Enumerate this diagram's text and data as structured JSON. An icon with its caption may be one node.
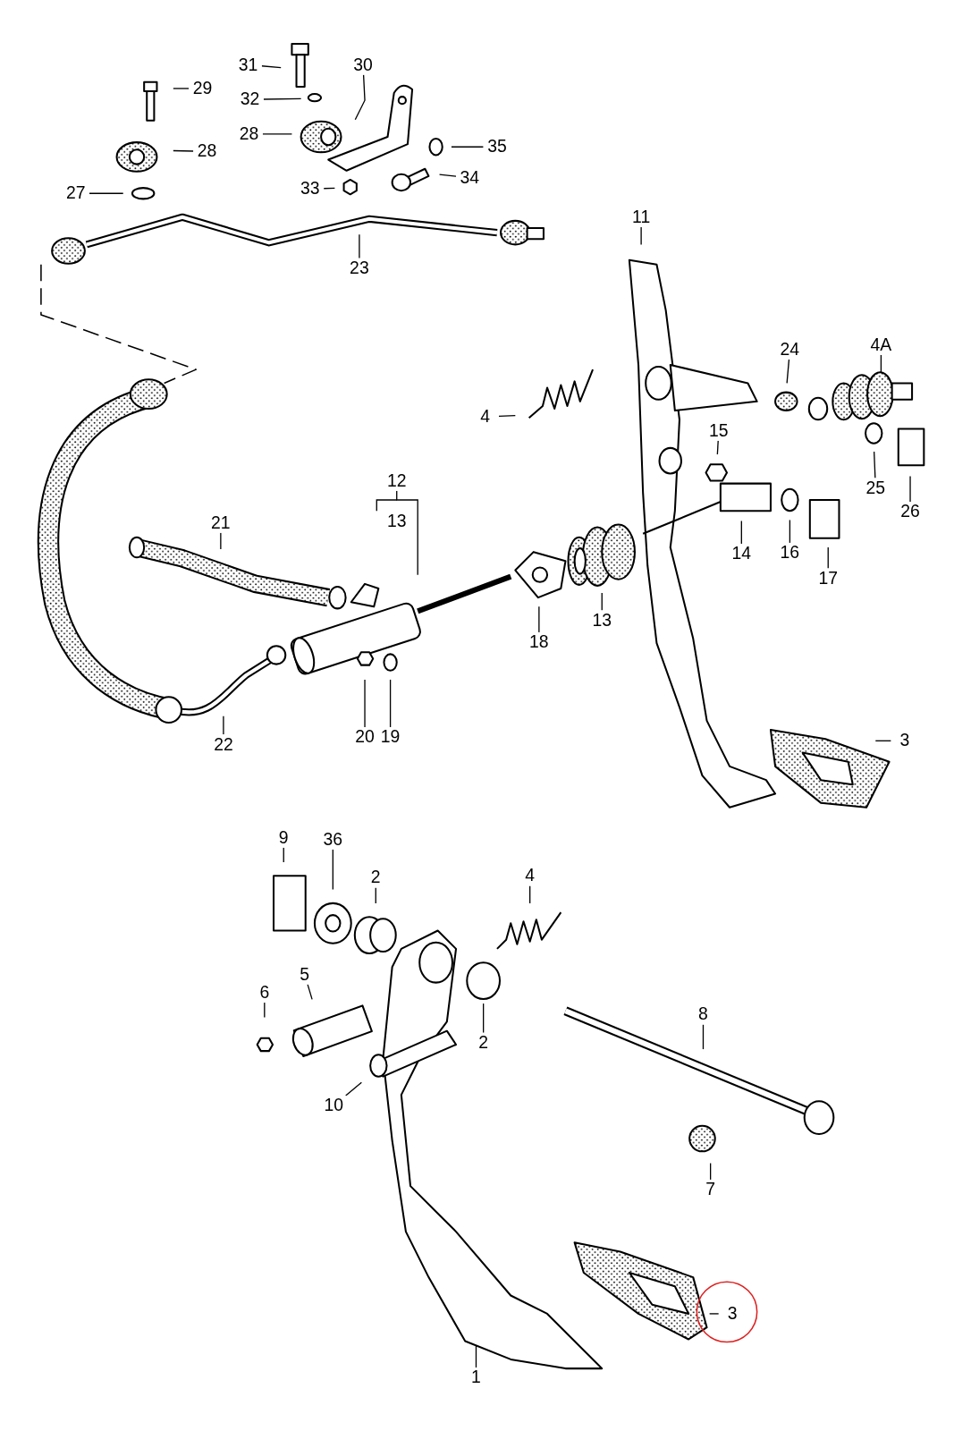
{
  "diagram": {
    "nodes": [
      {
        "text": [
          "31"
        ]
      },
      {
        "text": [
          "30"
        ]
      },
      {
        "text": [
          "29"
        ]
      },
      {
        "text": [
          "32"
        ]
      },
      {
        "text": [
          "28"
        ]
      },
      {
        "text": [
          "35"
        ]
      },
      {
        "text": [
          "28"
        ]
      },
      {
        "text": [
          "34"
        ]
      },
      {
        "text": [
          "33"
        ]
      },
      {
        "text": [
          "27"
        ]
      },
      {
        "text": [
          "11"
        ]
      },
      {
        "text": [
          "23"
        ]
      },
      {
        "text": [
          "24"
        ]
      },
      {
        "text": [
          "4A"
        ]
      },
      {
        "text": [
          "4"
        ]
      },
      {
        "text": [
          "15"
        ]
      },
      {
        "text": [
          "12"
        ]
      },
      {
        "text": [
          "25"
        ]
      },
      {
        "text": [
          "26"
        ]
      },
      {
        "text": [
          "13"
        ]
      },
      {
        "text": [
          "21"
        ]
      },
      {
        "text": [
          "14"
        ]
      },
      {
        "text": [
          "16"
        ]
      },
      {
        "text": [
          "17"
        ]
      },
      {
        "text": [
          "13"
        ]
      },
      {
        "text": [
          "18"
        ]
      },
      {
        "text": [
          "20"
        ]
      },
      {
        "text": [
          "19"
        ]
      },
      {
        "text": [
          "3"
        ]
      },
      {
        "text": [
          "22"
        ]
      },
      {
        "text": [
          "9"
        ]
      },
      {
        "text": [
          "36"
        ]
      },
      {
        "text": [
          "2"
        ]
      },
      {
        "text": [
          "4"
        ]
      },
      {
        "text": [
          "5"
        ]
      },
      {
        "text": [
          "6"
        ]
      },
      {
        "text": [
          "8"
        ]
      },
      {
        "text": [
          "2"
        ]
      },
      {
        "text": [
          "10"
        ]
      },
      {
        "text": [
          "7"
        ]
      },
      {
        "text": [
          "3"
        ]
      },
      {
        "text": [
          "1"
        ]
      }
    ],
    "edges": [
      {
        "from": 0,
        "to": null,
        "arrow": "none"
      },
      {
        "from": 1,
        "to": null,
        "arrow": "none"
      },
      {
        "from": 2,
        "to": null,
        "arrow": "none"
      },
      {
        "from": 3,
        "to": null,
        "arrow": "none"
      },
      {
        "from": 4,
        "to": null,
        "arrow": "none"
      },
      {
        "from": 5,
        "to": null,
        "arrow": "none"
      },
      {
        "from": 6,
        "to": null,
        "arrow": "none"
      },
      {
        "from": 7,
        "to": null,
        "arrow": "none"
      },
      {
        "from": 8,
        "to": null,
        "arrow": "none"
      },
      {
        "from": 9,
        "to": null,
        "arrow": "none"
      },
      {
        "from": 10,
        "to": null,
        "arrow": "none"
      },
      {
        "from": 11,
        "to": null,
        "arrow": "none"
      },
      {
        "from": 12,
        "to": null,
        "arrow": "none"
      },
      {
        "from": 13,
        "to": null,
        "arrow": "none"
      },
      {
        "from": 14,
        "to": null,
        "arrow": "none"
      },
      {
        "from": 15,
        "to": null,
        "arrow": "none"
      },
      {
        "from": 16,
        "to": null,
        "arrow": "none"
      },
      {
        "from": 17,
        "to": null,
        "arrow": "none"
      },
      {
        "from": 18,
        "to": null,
        "arrow": "none"
      },
      {
        "from": 20,
        "to": null,
        "arrow": "none"
      },
      {
        "from": 21,
        "to": null,
        "arrow": "none"
      },
      {
        "from": 22,
        "to": null,
        "arrow": "none"
      },
      {
        "from": 23,
        "to": null,
        "arrow": "none"
      },
      {
        "from": 24,
        "to": null,
        "arrow": "none"
      },
      {
        "from": 25,
        "to": null,
        "arrow": "none"
      },
      {
        "from": 26,
        "to": null,
        "arrow": "none"
      },
      {
        "from": 27,
        "to": null,
        "arrow": "none"
      },
      {
        "from": 28,
        "to": null,
        "arrow": "none"
      },
      {
        "from": 29,
        "to": null,
        "arrow": "none"
      },
      {
        "from": 30,
        "to": null,
        "arrow": "none"
      },
      {
        "from": 31,
        "to": null,
        "arrow": "none"
      },
      {
        "from": 32,
        "to": null,
        "arrow": "none"
      },
      {
        "from": 33,
        "to": null,
        "arrow": "none"
      },
      {
        "from": 34,
        "to": null,
        "arrow": "none"
      },
      {
        "from": 35,
        "to": null,
        "arrow": "none"
      },
      {
        "from": 36,
        "to": null,
        "arrow": "none"
      },
      {
        "from": 37,
        "to": null,
        "arrow": "none"
      },
      {
        "from": 38,
        "to": null,
        "arrow": "none"
      },
      {
        "from": 39,
        "to": null,
        "arrow": "none"
      },
      {
        "from": 40,
        "to": null,
        "arrow": "none"
      },
      {
        "from": 41,
        "to": null,
        "arrow": "none"
      }
    ]
  }
}
